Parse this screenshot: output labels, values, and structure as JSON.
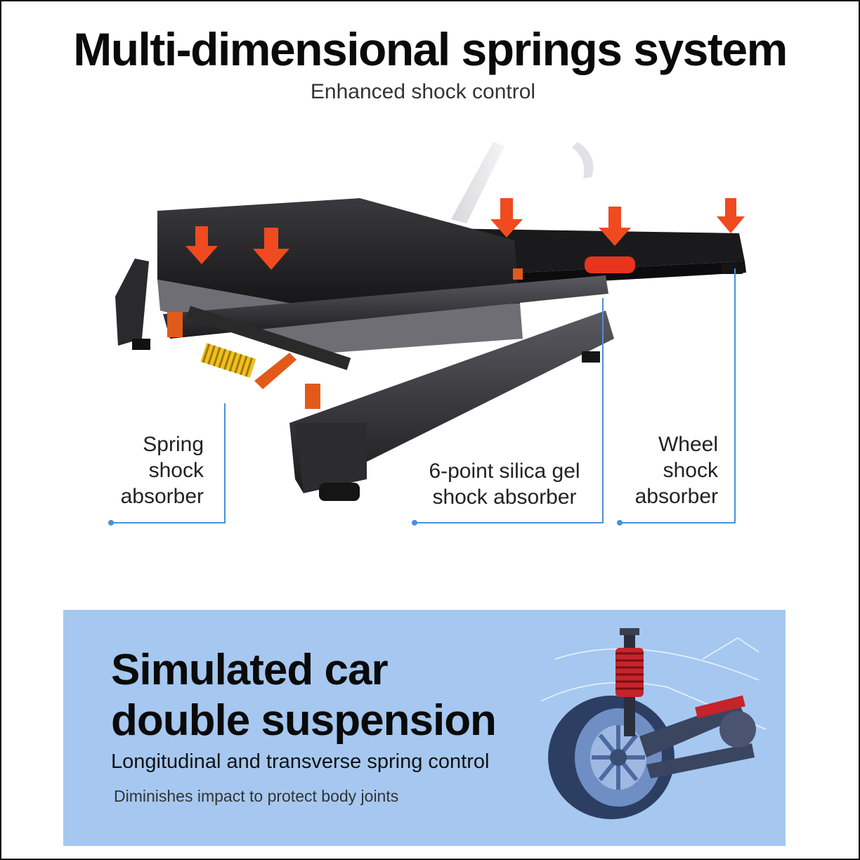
{
  "header": {
    "title": "Multi-dimensional springs system",
    "subtitle": "Enhanced shock control"
  },
  "callouts": {
    "spring": [
      "Spring",
      "shock",
      "absorber"
    ],
    "silica": [
      "6-point silica gel",
      "shock absorber"
    ],
    "wheel": [
      "Wheel",
      "shock",
      "absorber"
    ]
  },
  "panel": {
    "heading_line1": "Simulated car",
    "heading_line2": "double suspension",
    "subheading": "Longitudinal and transverse spring control",
    "note": "Diminishes impact to protect body joints"
  },
  "colors": {
    "accent_arrow": "#f04a1e",
    "callout_line": "#4a90d9",
    "panel_bg": "#a6c8f0",
    "spring": "#f0c020"
  }
}
